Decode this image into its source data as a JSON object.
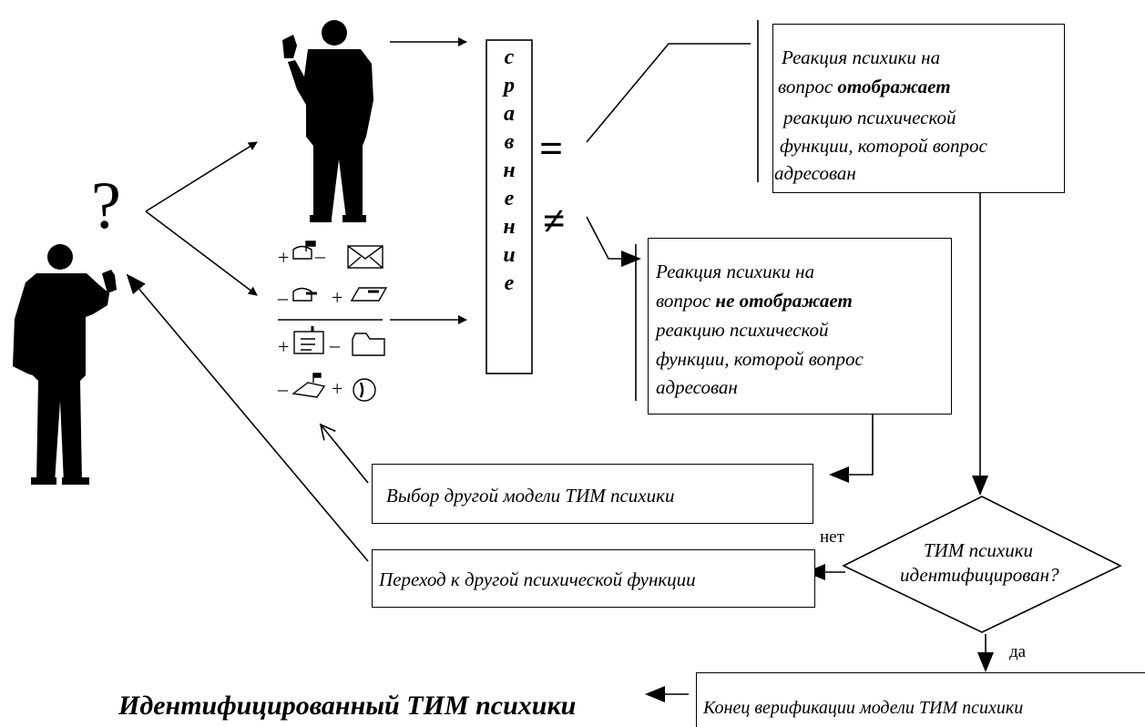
{
  "comparison": {
    "letters": [
      "с",
      "р",
      "а",
      "в",
      "н",
      "е",
      "н",
      "и",
      "е"
    ],
    "equal_sign": "=",
    "not_equal_sign": "≠"
  },
  "question_mark": "?",
  "box_reflects": {
    "l1": "Реакция психики на",
    "l2a": "вопрос ",
    "l2b": "отображает",
    "l3": "реакцию психической",
    "l4": "функции, которой  вопрос",
    "l5": "адресован"
  },
  "box_not_reflects": {
    "l1": "Реакция психики на",
    "l2a": "вопрос ",
    "l2b": "не отображает",
    "l3": "реакцию психической",
    "l4": "функции, которой вопрос",
    "l5": "адресован"
  },
  "box_other_model": "Выбор  другой модели ТИМ психики",
  "box_other_function": "Переход к другой психической функции",
  "decision": {
    "l1": "ТИМ психики",
    "l2": "идентифицирован?"
  },
  "label_no": "нет",
  "label_yes": "да",
  "box_end": "Конец верификации модели ТИМ психики",
  "result": "Идентифицированный ТИМ психики",
  "symbols": {
    "plus": "+",
    "minus": "–"
  },
  "colors": {
    "ink": "#000000",
    "background": "#ffffff"
  },
  "icons": [
    "mailbox-flag-up-icon",
    "envelope-icon",
    "mailbox-flag-down-icon",
    "letter-icon",
    "mailbox-card-icon",
    "folder-icon",
    "mailbox-open-icon",
    "phone-icon",
    "person-silhouette-icon"
  ]
}
